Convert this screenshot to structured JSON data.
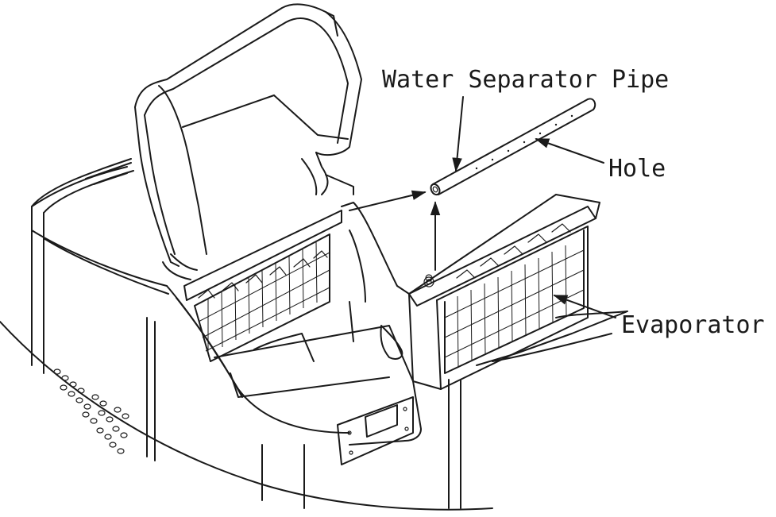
{
  "labels": {
    "water_separator_pipe": "Water Separator Pipe",
    "hole": "Hole",
    "evaporator": "Evaporator"
  },
  "colors": {
    "line": "#1a1a1a",
    "background": "#ffffff"
  }
}
